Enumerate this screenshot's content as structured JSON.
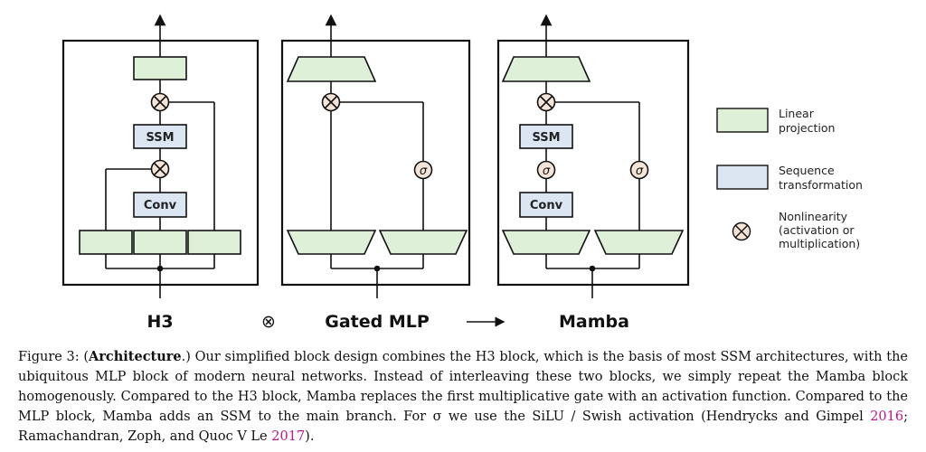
{
  "figure": {
    "architectures": [
      {
        "name": "H3"
      },
      {
        "name": "Gated MLP"
      },
      {
        "name": "Mamba"
      }
    ],
    "combine_symbol": "⊗",
    "block_labels": {
      "ssm": "SSM",
      "conv": "Conv",
      "sigma": "σ"
    },
    "legend": [
      {
        "kind": "linear",
        "line1": "Linear",
        "line2": "projection",
        "line3": ""
      },
      {
        "kind": "sequence",
        "line1": "Sequence",
        "line2": "transformation",
        "line3": ""
      },
      {
        "kind": "nonlinearity",
        "line1": "Nonlinearity",
        "line2": "(activation or",
        "line3": "multiplication)"
      }
    ],
    "colors": {
      "linear_fill": "#dff0d8",
      "sequence_fill": "#dce6f2",
      "activation_fill": "#f5e5d8",
      "stroke": "#111111",
      "citation": "#c0168a"
    }
  },
  "caption": {
    "prefix": "Figure 3: (",
    "bold": "Architecture",
    "after_bold": ".) Our simplified block design combines the H3 block, which is the basis of most SSM architectures, with the ubiquitous MLP block of modern neural networks. Instead of interleaving these two blocks, we simply repeat the Mamba block homogenously. Compared to the H3 block, Mamba replaces the first multiplicative gate with an activation function. Compared to the MLP block, Mamba adds an SSM to the main branch. For σ we use the SiLU / Swish activation (Hendrycks and Gimpel ",
    "cite1": "2016",
    "between": "; Ramachandran, Zoph, and Quoc V Le ",
    "cite2": "2017",
    "suffix": ")."
  }
}
